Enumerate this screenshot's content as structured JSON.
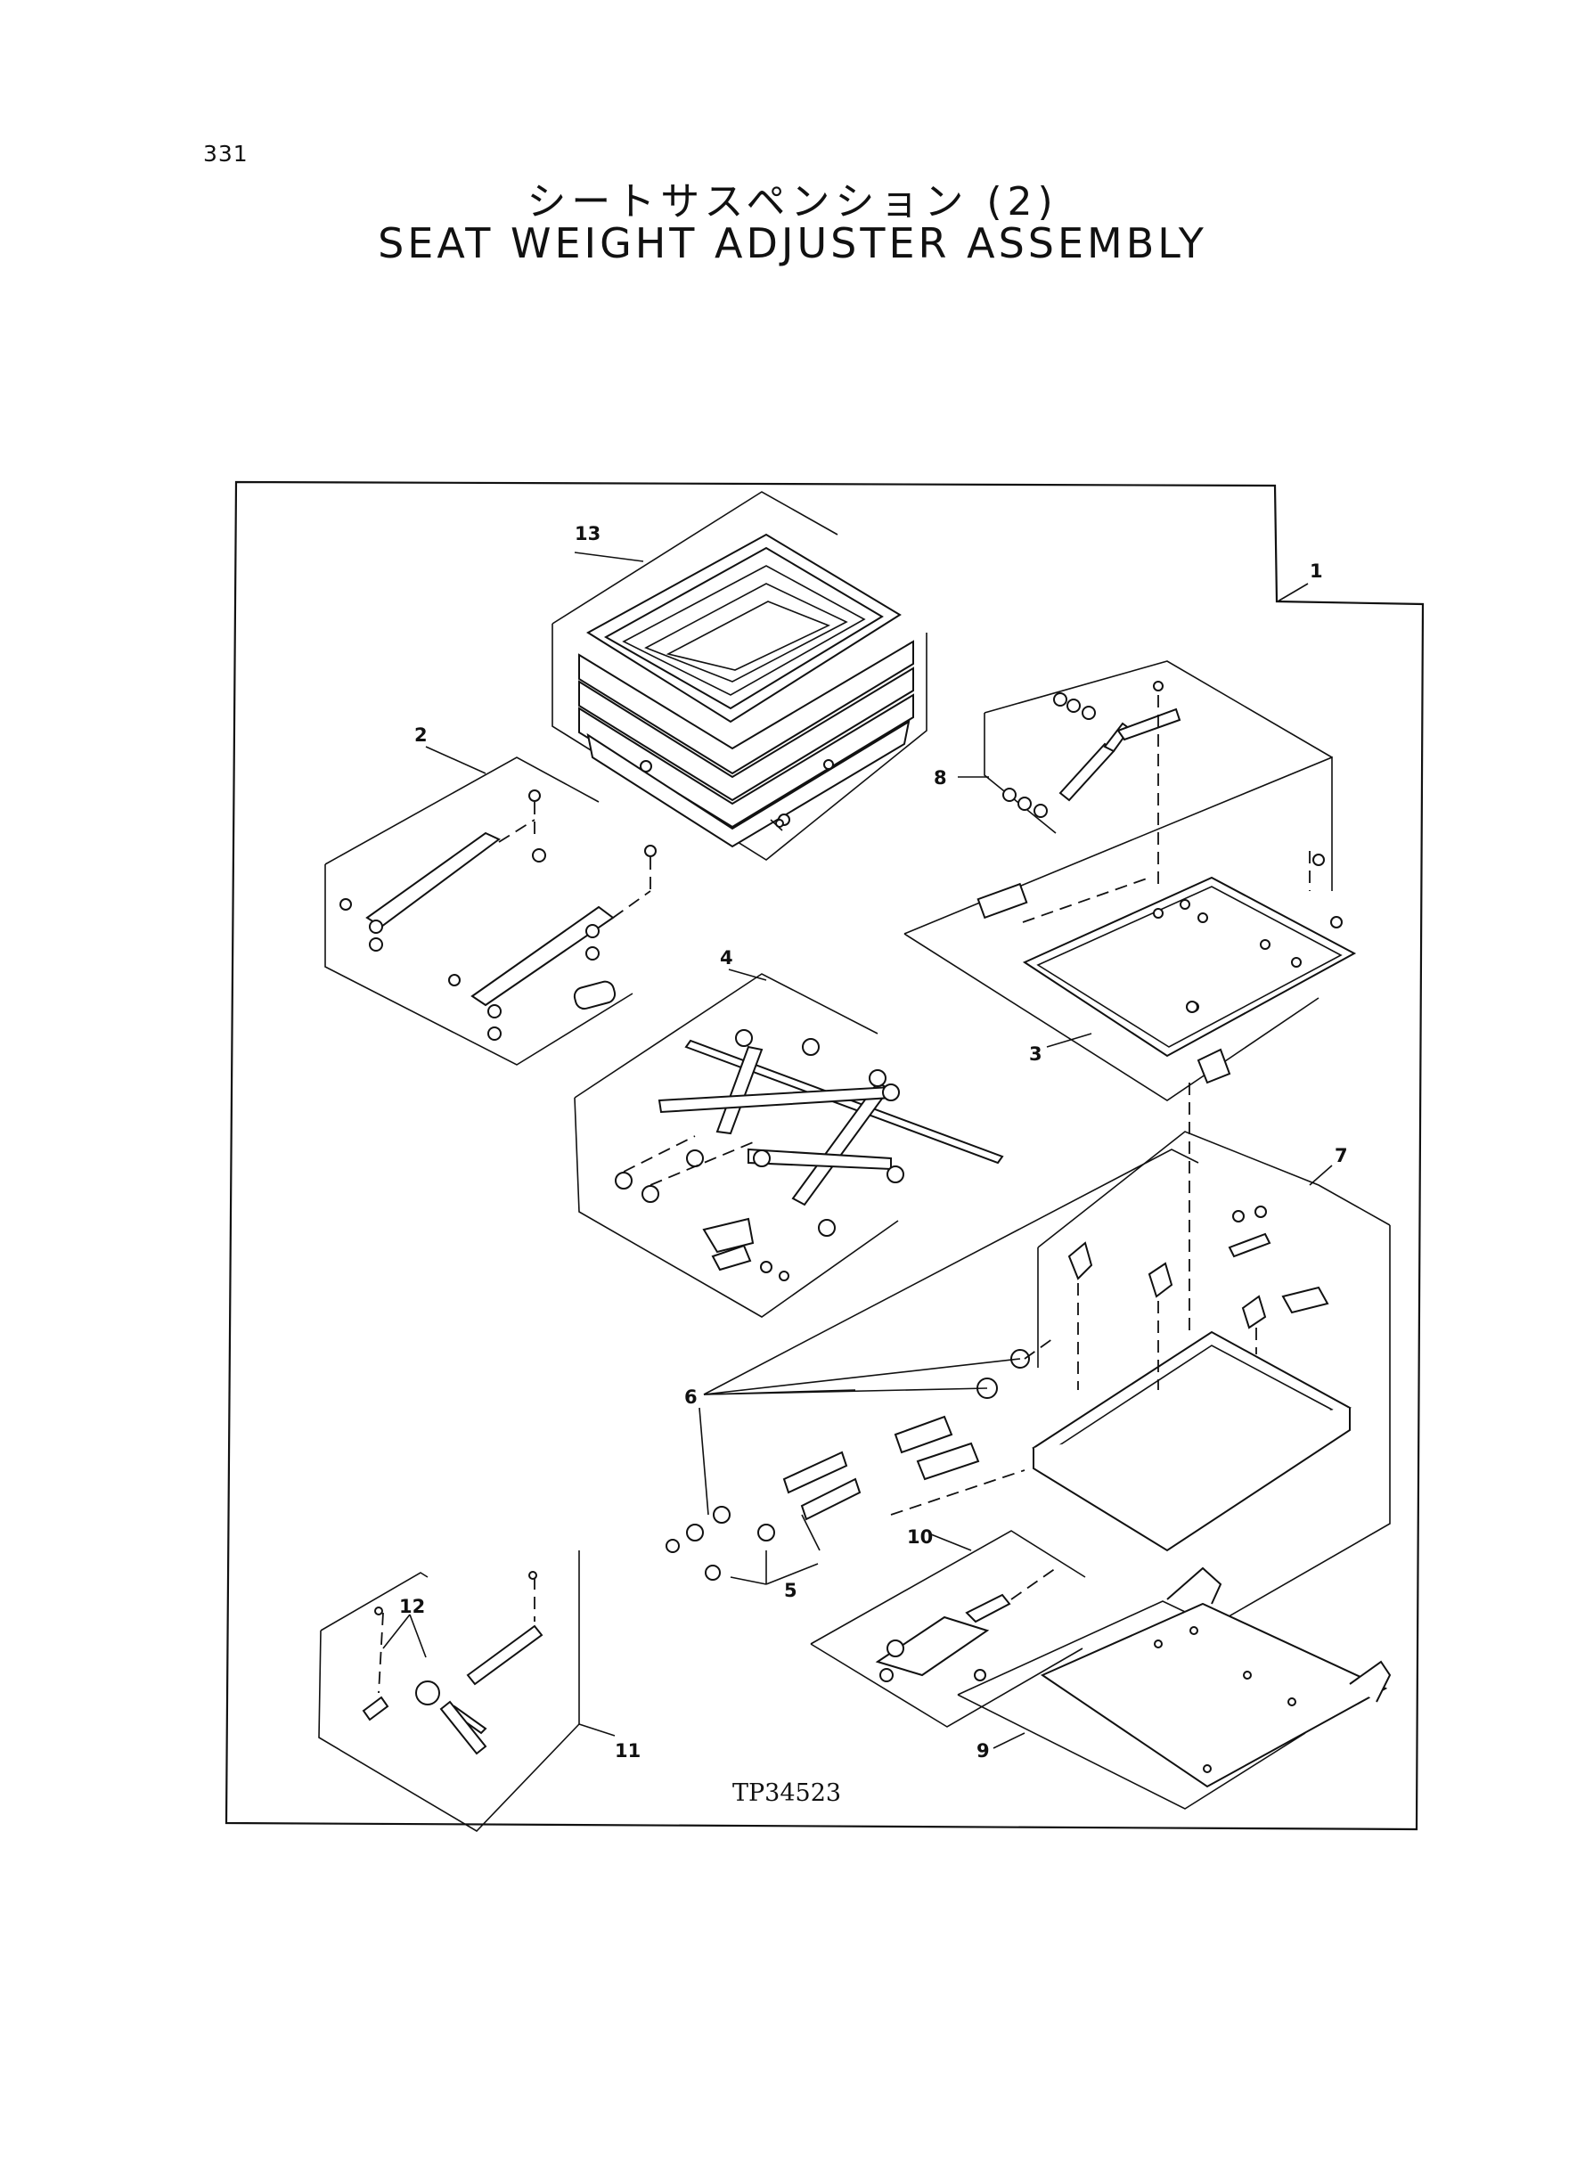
{
  "page": {
    "number": "331",
    "title_jp": "シートサスペンション (2)",
    "title_en": "SEAT WEIGHT ADJUSTER ASSEMBLY"
  },
  "diagram": {
    "code": "TP34523",
    "callouts": [
      "1",
      "2",
      "3",
      "4",
      "5",
      "6",
      "7",
      "8",
      "9",
      "10",
      "11",
      "12",
      "13"
    ]
  }
}
